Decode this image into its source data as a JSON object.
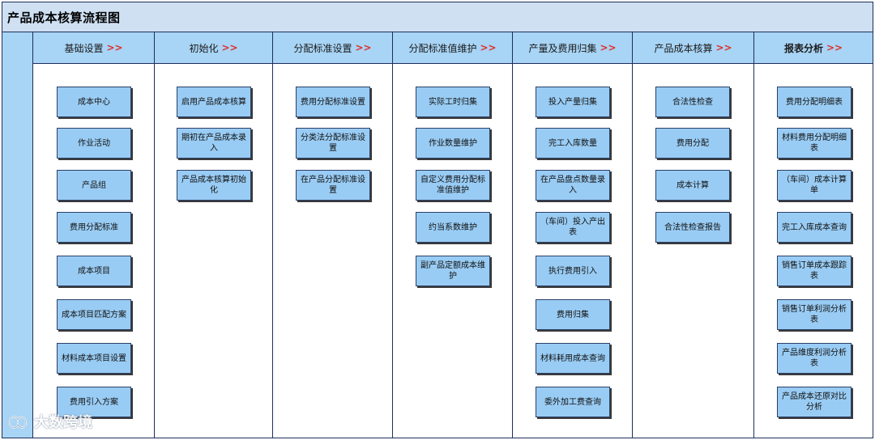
{
  "title": "产品成本核算流程图",
  "arrow": ">>",
  "watermark": "大数跨境",
  "columns": [
    {
      "header": "基础设置",
      "items": [
        "成本中心",
        "作业活动",
        "产品组",
        "费用分配标准",
        "成本项目",
        "成本项目匹配方案",
        "材料成本项目设置",
        "费用引入方案"
      ]
    },
    {
      "header": "初始化",
      "items": [
        "启用产品成本核算",
        "期初在产品成本录入",
        "产品成本核算初始化"
      ]
    },
    {
      "header": "分配标准设置",
      "items": [
        "费用分配标准设置",
        "分类法分配标准设置",
        "在产品分配标准设置"
      ]
    },
    {
      "header": "分配标准值维护",
      "items": [
        "实际工时归集",
        "作业数量维护",
        "自定义费用分配标准值维护",
        "约当系数维护",
        "副产品定额成本维护"
      ]
    },
    {
      "header": "产量及费用归集",
      "items": [
        "投入产量归集",
        "完工入库数量",
        "在产品盘点数量录入",
        "（车间）投入产出表",
        "执行费用引入",
        "费用归集",
        "材料耗用成本查询",
        "委外加工费查询"
      ]
    },
    {
      "header": "产品成本核算",
      "items": [
        "合法性检查",
        "费用分配",
        "成本计算",
        "合法性检查报告"
      ]
    },
    {
      "header": "报表分析",
      "items": [
        "费用分配明细表",
        "材料费用分配明细表",
        "（车间）成本计算单",
        "完工入库成本查询",
        "销售订单成本跟踪表",
        "销售订单利润分析表",
        "产品维度利润分析表",
        "产品成本还原对比分析"
      ]
    }
  ]
}
